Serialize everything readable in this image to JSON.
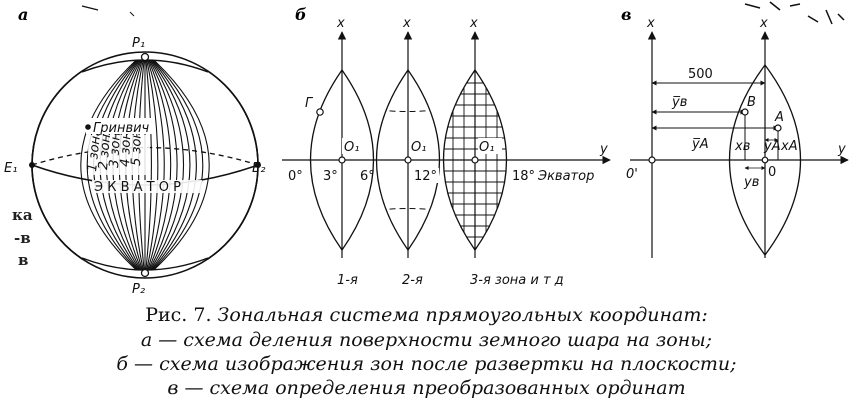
{
  "panels": {
    "a": {
      "letter": "а",
      "pole_top": "P₁",
      "pole_bottom": "P₂",
      "east_left": "E₁",
      "east_right": "E₂",
      "greenwich": "Гринвич",
      "zones": [
        "1 зона",
        "2 зона",
        "3 зона",
        "4 зона",
        "5 зона"
      ],
      "equator": "Э К В А Т О Р"
    },
    "b": {
      "letter": "б",
      "x_axis": "x",
      "y_axis": "y",
      "gamma": "Г",
      "origin": "O₁",
      "deg_0": "0°",
      "deg_3": "3°",
      "deg_6": "6°",
      "deg_12": "12°",
      "deg_18": "18°",
      "equator": "Экватор",
      "zone_1": "1-я",
      "zone_2": "2-я",
      "zone_3": "3-я  зона и т  д"
    },
    "c": {
      "letter": "в",
      "x_axis": "x",
      "y_axis": "y",
      "dim_500": "500",
      "yb": "y̅в",
      "ya": "y̅A",
      "point_b": "B",
      "point_a": "A",
      "xb": "xв",
      "ya_small": "yA",
      "xa": "xA",
      "yb_small": "yв",
      "origin_prime": "0'",
      "origin": "0"
    }
  },
  "stray_marks": [
    "ка",
    "-в",
    "в"
  ],
  "caption": {
    "line1_lead": "Рис. 7.",
    "line1_rest": "Зональная система прямоугольных координат:",
    "line2": "а — схема деления поверхности земного шара на зоны;",
    "line3": "б — схема изображения зон после развертки на плоскости;",
    "line4": "в — схема определения преобразованных ординат"
  }
}
